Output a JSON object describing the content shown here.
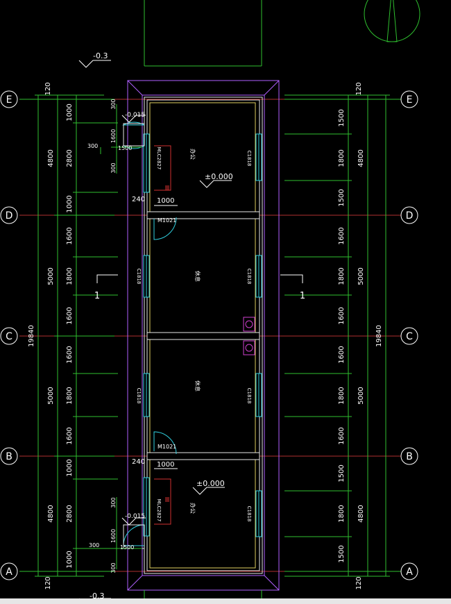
{
  "grid_axes": [
    "E",
    "D",
    "C",
    "B",
    "A"
  ],
  "left_dims": {
    "total": "19840",
    "outer": [
      "4800",
      "5000",
      "5000",
      "4800"
    ],
    "inner": [
      "1000",
      "2800",
      "1000",
      "1600",
      "1800",
      "1600",
      "1600",
      "1800",
      "1600",
      "1000",
      "2800",
      "1000"
    ],
    "edge_top": "120",
    "edge_bottom": "120"
  },
  "right_dims": {
    "total": "19840",
    "outer": [
      "4800",
      "5000",
      "5000",
      "4800"
    ],
    "inner": [
      "1500",
      "1800",
      "1500",
      "1600",
      "1800",
      "1600",
      "1600",
      "1800",
      "1600",
      "1500",
      "1800",
      "1500"
    ],
    "edge_top": "120",
    "edge_bottom": "120"
  },
  "levels": {
    "outside_top": "-0.3",
    "outside_bottom": "-0.3",
    "room_top": "±0.000",
    "room_bottom": "±0.000",
    "step_top": "-0.015",
    "step_bottom": "-0.015"
  },
  "doors": {
    "upper": "M1021",
    "lower": "M1021",
    "opening": "1000",
    "wall": "240"
  },
  "windows": {
    "left_top": "MLC2827",
    "left_mid1": "C1818",
    "left_mid2": "C1818",
    "left_bottom": "MLC2827",
    "right": [
      "C1818",
      "C1818",
      "C1818",
      "C1818"
    ]
  },
  "porch_dims": {
    "d300a": "300",
    "d1600": "1600",
    "d300b": "300",
    "d1500": "1500",
    "d300c": "300"
  },
  "section_marks": {
    "left": "1",
    "right": "1"
  },
  "room_labels": [
    "办公",
    "休息",
    "休息",
    "办公"
  ]
}
